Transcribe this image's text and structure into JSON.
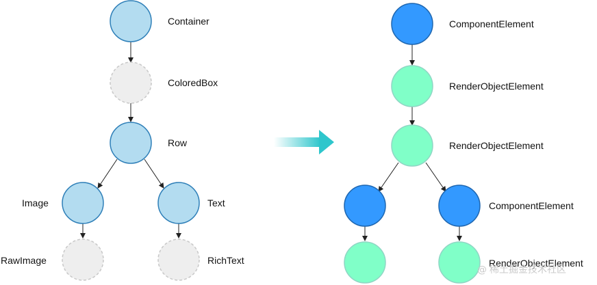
{
  "colors": {
    "widget_fill": "#b3dcf0",
    "widget_stroke": "#2e7fb8",
    "render_widget_fill": "#eeeeee",
    "render_widget_stroke": "#c8c8c8",
    "component_element_fill": "#3399ff",
    "component_element_stroke": "#1e66b0",
    "render_object_element_fill": "#80ffc8",
    "render_object_element_stroke": "#8fd6c4",
    "arrow": "#222222",
    "transition_arrow": "#2ec6cc"
  },
  "widget_tree": {
    "container": "Container",
    "colored_box": "ColoredBox",
    "row": "Row",
    "image": "Image",
    "text": "Text",
    "raw_image": "RawImage",
    "rich_text": "RichText"
  },
  "element_tree": {
    "root": "ComponentElement",
    "level2": "RenderObjectElement",
    "level3": "RenderObjectElement",
    "right_child": "ComponentElement",
    "right_leaf": "RenderObjectElement"
  },
  "watermark": {
    "symbol": "@",
    "text": "稀土掘金技术社区"
  }
}
